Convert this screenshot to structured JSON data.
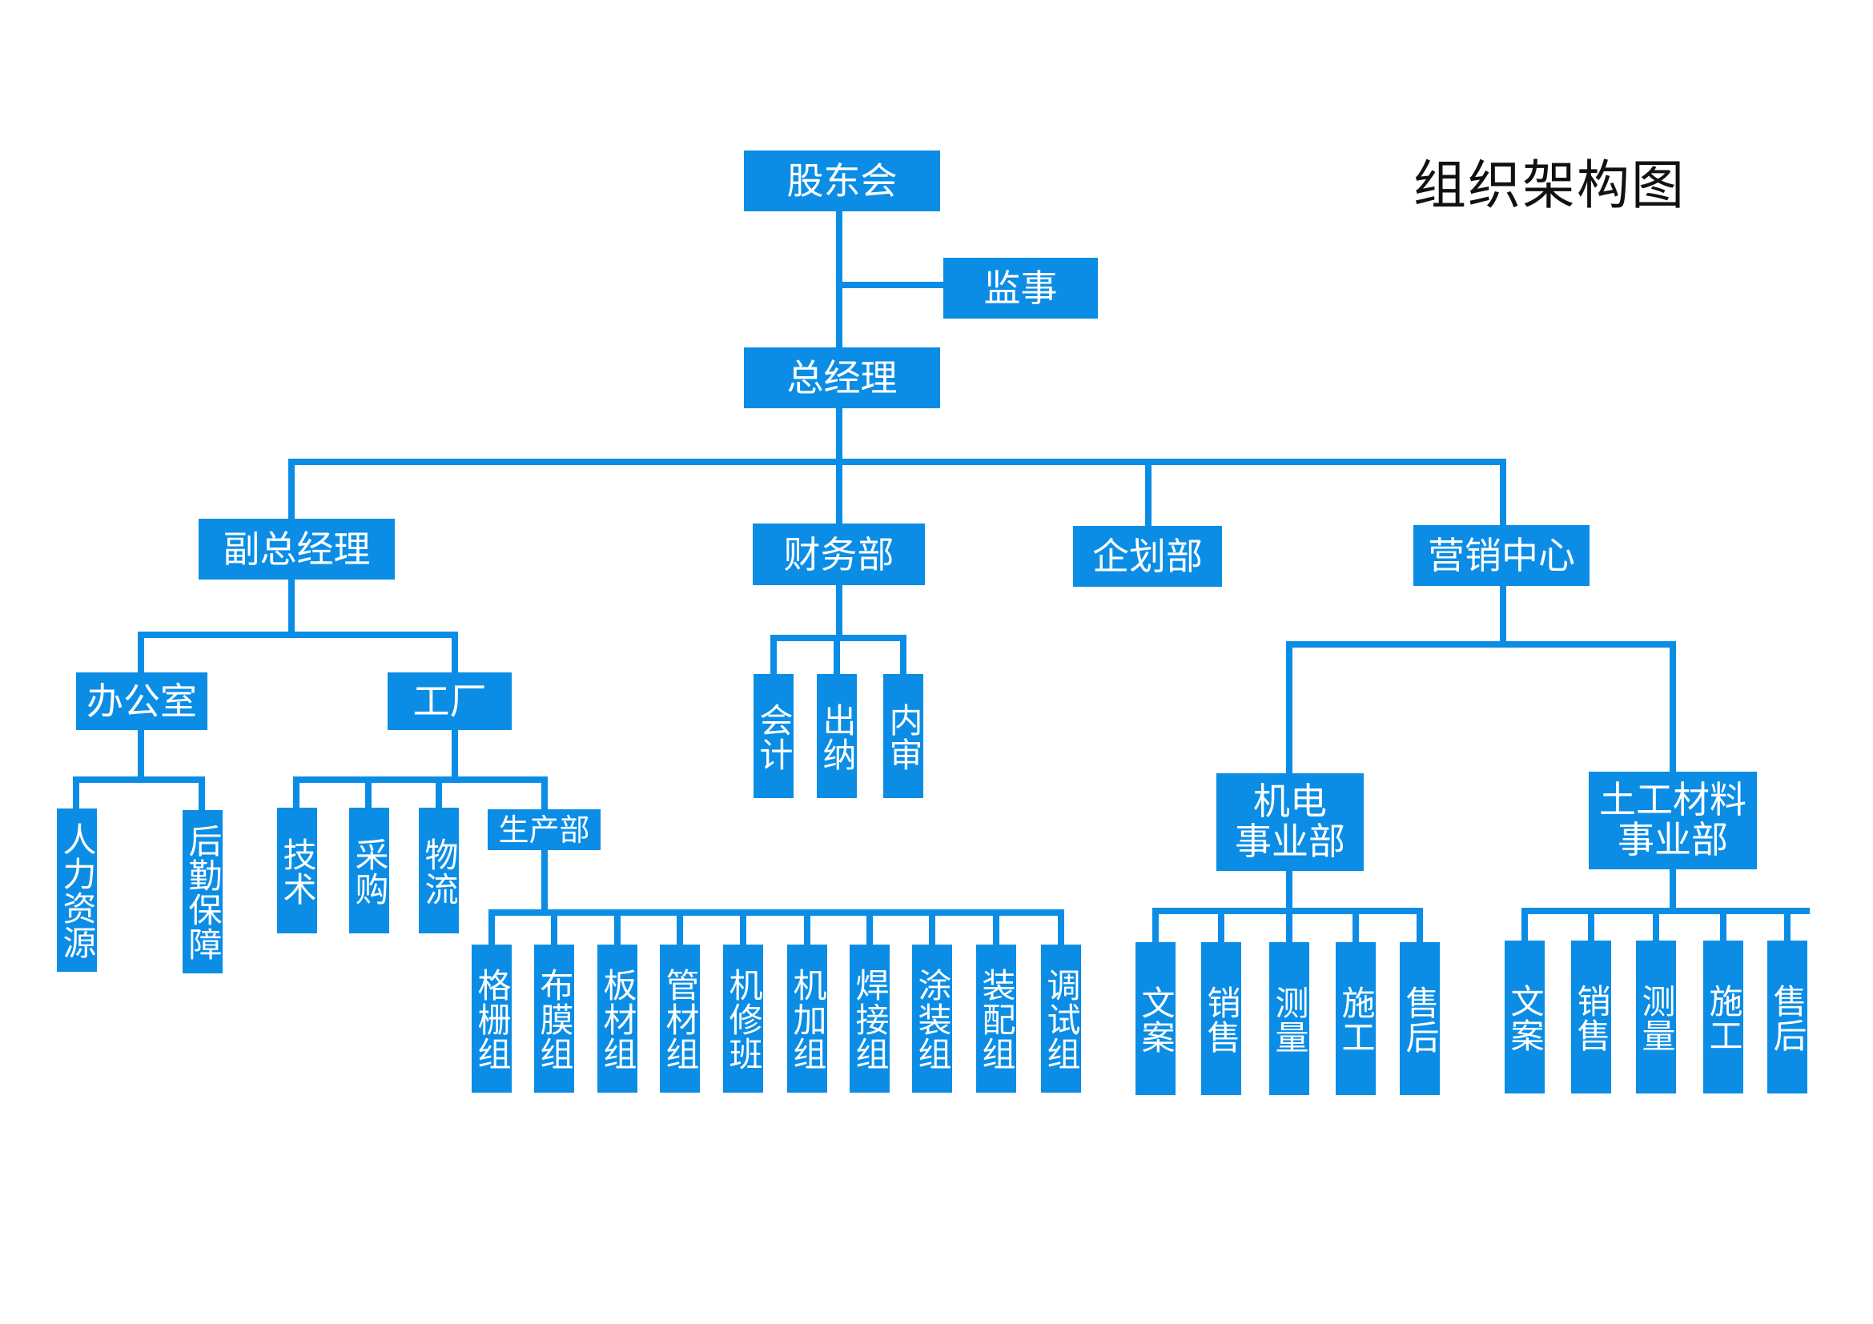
{
  "title": "组织架构图",
  "colors": {
    "box": "#0b8de6",
    "line": "#0b8de6",
    "text": "#ffffff"
  },
  "nodes": {
    "shareholders": "股东会",
    "supervisor": "监事",
    "gm": "总经理",
    "deputy_gm": "副总经理",
    "finance": "财务部",
    "planning": "企划部",
    "marketing": "营销中心",
    "office": "办公室",
    "factory": "工厂",
    "hr": "人力资源",
    "logistics_support": "后勤保障",
    "tech": "技术",
    "purchase": "采购",
    "logistics": "物流",
    "production": "生产部",
    "accounting": "会计",
    "cashier": "出纳",
    "audit": "内审",
    "mech_elec": "机电\n事业部",
    "geo_material": "土工材料\n事业部",
    "prod_groups": [
      "格栅组",
      "布膜组",
      "板材组",
      "管材组",
      "机修班",
      "机加组",
      "焊接组",
      "涂装组",
      "装配组",
      "调试组"
    ],
    "me_subs": [
      "文案",
      "销售",
      "测量",
      "施工",
      "售后"
    ],
    "gm_subs": [
      "文案",
      "销售",
      "测量",
      "施工",
      "售后"
    ]
  }
}
